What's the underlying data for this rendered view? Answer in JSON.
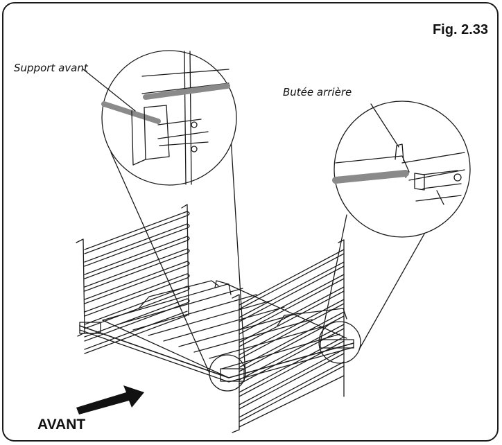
{
  "figure": {
    "label": "Fig. 2.33",
    "callouts": {
      "front_support": "Support avant",
      "rear_stop": "Butée arrière"
    },
    "front_label": "AVANT",
    "colors": {
      "line": "#1a1a1a",
      "rail_shade": "#8a8a8a",
      "arrow": "#111111"
    }
  }
}
